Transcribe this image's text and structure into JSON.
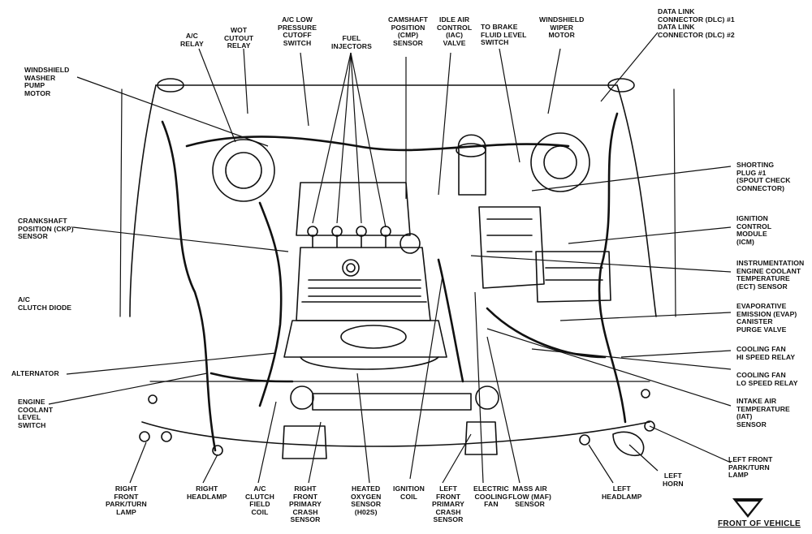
{
  "labels": {
    "ac_relay": "A/C\nRELAY",
    "wot_cutout_relay": "WOT\nCUTOUT\nRELAY",
    "ac_low_pressure_cutoff_switch": "A/C LOW\nPRESSURE\nCUTOFF\nSWITCH",
    "fuel_injectors": "FUEL\nINJECTORS",
    "cmp_sensor": "CAMSHAFT\nPOSITION\n(CMP)\nSENSOR",
    "iac_valve": "IDLE AIR\nCONTROL\n(IAC)\nVALVE",
    "brake_fluid_switch": "TO BRAKE\nFLUID LEVEL\nSWITCH",
    "wiper_motor": "WINDSHIELD\nWIPER\nMOTOR",
    "dlc": "DATA LINK\nCONNECTOR (DLC) #1\nDATA LINK\nCONNECTOR (DLC) #2",
    "washer_pump_motor": "WINDSHIELD\nWASHER\nPUMP\nMOTOR",
    "shorting_plug": "SHORTING\nPLUG #1\n(SPOUT CHECK\nCONNECTOR)",
    "ckp_sensor": "CRANKSHAFT\nPOSITION (CKP)\nSENSOR",
    "icm": "IGNITION\nCONTROL\nMODULE\n(ICM)",
    "ect_sensor": "INSTRUMENTATION\nENGINE COOLANT\nTEMPERATURE\n(ECT) SENSOR",
    "ac_clutch_diode": "A/C\nCLUTCH DIODE",
    "evap_purge_valve": "EVAPORATIVE\nEMISSION (EVAP)\nCANISTER\nPURGE VALVE",
    "cooling_fan_hi": "COOLING FAN\nHI SPEED RELAY",
    "alternator": "ALTERNATOR",
    "cooling_fan_lo": "COOLING FAN\nLO SPEED RELAY",
    "engine_coolant_level_switch": "ENGINE\nCOOLANT\nLEVEL\nSWITCH",
    "iat_sensor": "INTAKE AIR\nTEMPERATURE\n(IAT)\nSENSOR",
    "left_front_park_lamp": "LEFT FRONT\nPARK/TURN\nLAMP",
    "left_horn": "LEFT\nHORN",
    "right_front_park_lamp": "RIGHT\nFRONT\nPARK/TURN\nLAMP",
    "right_headlamp": "RIGHT\nHEADLAMP",
    "ac_clutch_field_coil": "A/C\nCLUTCH\nFIELD\nCOIL",
    "right_front_crash_sensor": "RIGHT\nFRONT\nPRIMARY\nCRASH\nSENSOR",
    "ho2s": "HEATED\nOXYGEN\nSENSOR\n(H02S)",
    "ignition_coil": "IGNITION\nCOIL",
    "left_front_crash_sensor": "LEFT\nFRONT\nPRIMARY\nCRASH\nSENSOR",
    "electric_cooling_fan": "ELECTRIC\nCOOLING\nFAN",
    "maf_sensor": "MASS AIR\nFLOW (MAF)\nSENSOR",
    "left_headlamp": "LEFT\nHEADLAMP",
    "front_of_vehicle": "FRONT OF VEHICLE"
  }
}
